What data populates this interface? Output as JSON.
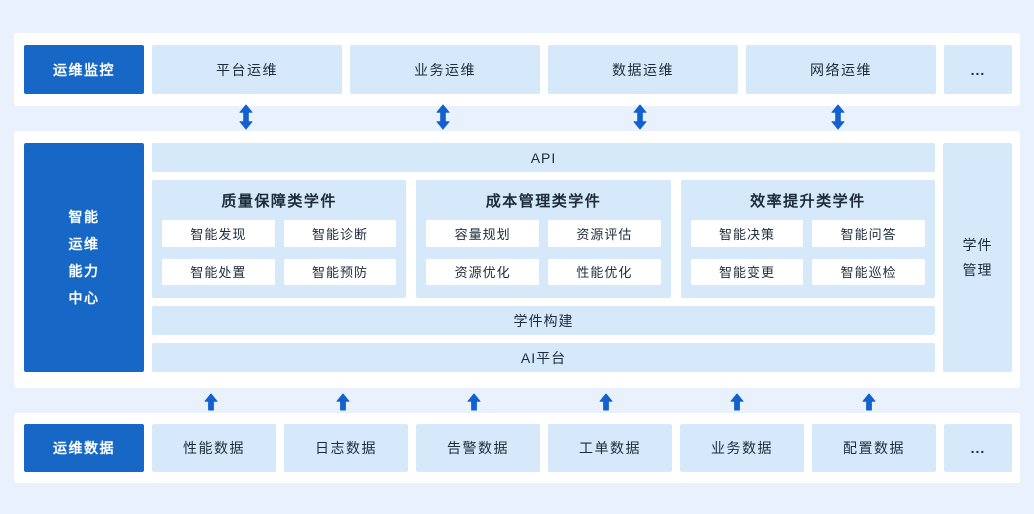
{
  "colors": {
    "accent": "#1768c6",
    "arrow": "#1261cf",
    "light_box": "#d6e9fa",
    "page_bg": "#e9f2fc",
    "card_bg": "#ffffff",
    "text": "#1d2b3a"
  },
  "top_section": {
    "label": "运维监控",
    "items": [
      "平台运维",
      "业务运维",
      "数据运维",
      "网络运维"
    ],
    "more": "..."
  },
  "middle_section": {
    "label": "智能运维能力中心",
    "label_lines": [
      "智能",
      "运维",
      "能力",
      "中心"
    ],
    "api_bar": "API",
    "groups": [
      {
        "title": "质量保障类学件",
        "chips": [
          "智能发现",
          "智能诊断",
          "智能处置",
          "智能预防"
        ]
      },
      {
        "title": "成本管理类学件",
        "chips": [
          "容量规划",
          "资源评估",
          "资源优化",
          "性能优化"
        ]
      },
      {
        "title": "效率提升类学件",
        "chips": [
          "智能决策",
          "智能问答",
          "智能变更",
          "智能巡检"
        ]
      }
    ],
    "build_bar": "学件构建",
    "ai_platform_bar": "AI平台",
    "side_panel": "学件管理",
    "side_panel_lines": [
      "学件",
      "管理"
    ]
  },
  "bottom_section": {
    "label": "运维数据",
    "items": [
      "性能数据",
      "日志数据",
      "告警数据",
      "工单数据",
      "业务数据",
      "配置数据"
    ],
    "more": "..."
  }
}
